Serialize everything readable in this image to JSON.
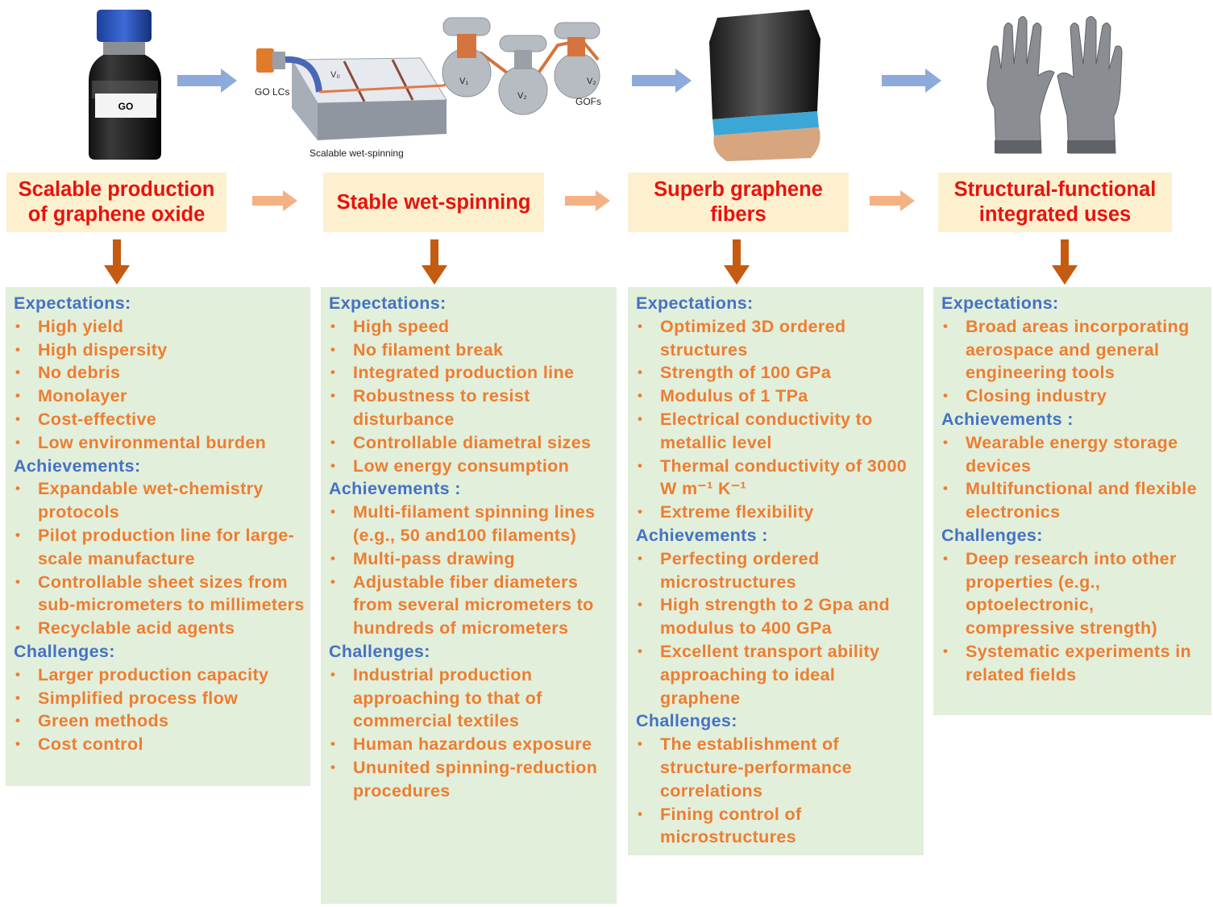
{
  "figure": {
    "illustrations": {
      "go_bottle": {
        "label": "GO"
      },
      "wet_spinning": {
        "input_label": "GO LCs",
        "v0": "V₀",
        "v1": "V₁",
        "v2a": "V₂",
        "v2b": "V₂",
        "output_label": "GOFs",
        "caption": "Scalable wet-spinning"
      }
    },
    "stages": [
      {
        "title": "Scalable production\nof graphene oxide",
        "sections": [
          {
            "heading": "Expectations:",
            "items": [
              "High yield",
              "High dispersity",
              "No debris",
              "Monolayer",
              "Cost-effective",
              "Low environmental burden"
            ]
          },
          {
            "heading": "Achievements:",
            "items": [
              "Expandable wet-chemistry protocols",
              "Pilot production line for large-scale manufacture",
              "Controllable sheet sizes from sub-micrometers to millimeters",
              "Recyclable acid agents"
            ]
          },
          {
            "heading": "Challenges:",
            "items": [
              "Larger production capacity",
              "Simplified process flow",
              "Green methods",
              "Cost control"
            ]
          }
        ]
      },
      {
        "title": "Stable wet-spinning",
        "sections": [
          {
            "heading": "Expectations:",
            "items": [
              "High speed",
              "No filament break",
              "Integrated production line",
              "Robustness to resist disturbance",
              "Controllable diametral sizes",
              "Low energy consumption"
            ]
          },
          {
            "heading": "Achievements :",
            "items": [
              "Multi-filament spinning lines (e.g., 50 and100 filaments)",
              "Multi-pass drawing",
              "Adjustable fiber diameters from several micrometers to hundreds of micrometers"
            ]
          },
          {
            "heading": "Challenges:",
            "items": [
              "Industrial production approaching to that of commercial textiles",
              "Human hazardous exposure",
              "Ununited spinning-reduction procedures"
            ]
          }
        ]
      },
      {
        "title": "Superb graphene\nfibers",
        "sections": [
          {
            "heading": "Expectations:",
            "items": [
              "Optimized 3D ordered structures",
              "Strength of 100 GPa",
              "Modulus of 1 TPa",
              "Electrical conductivity to metallic level",
              "Thermal conductivity of 3000 W m⁻¹ K⁻¹",
              "Extreme flexibility"
            ]
          },
          {
            "heading": "Achievements :",
            "items": [
              "Perfecting ordered microstructures",
              "High strength to 2 Gpa and modulus to 400 GPa",
              "Excellent transport ability approaching to ideal graphene"
            ]
          },
          {
            "heading": "Challenges:",
            "items": [
              "The establishment of structure-performance correlations",
              "Fining control of microstructures"
            ]
          }
        ]
      },
      {
        "title": "Structural-functional\nintegrated uses",
        "sections": [
          {
            "heading": "Expectations:",
            "items": [
              "Broad areas incorporating aerospace and general engineering tools",
              "Closing industry"
            ]
          },
          {
            "heading": "Achievements :",
            "items": [
              "Wearable energy storage devices",
              "Multifunctional and flexible electronics"
            ]
          },
          {
            "heading": "Challenges:",
            "items": [
              "Deep research into other properties (e.g., optoelectronic, compressive strength)",
              "Systematic experiments in related fields"
            ]
          }
        ]
      }
    ]
  }
}
